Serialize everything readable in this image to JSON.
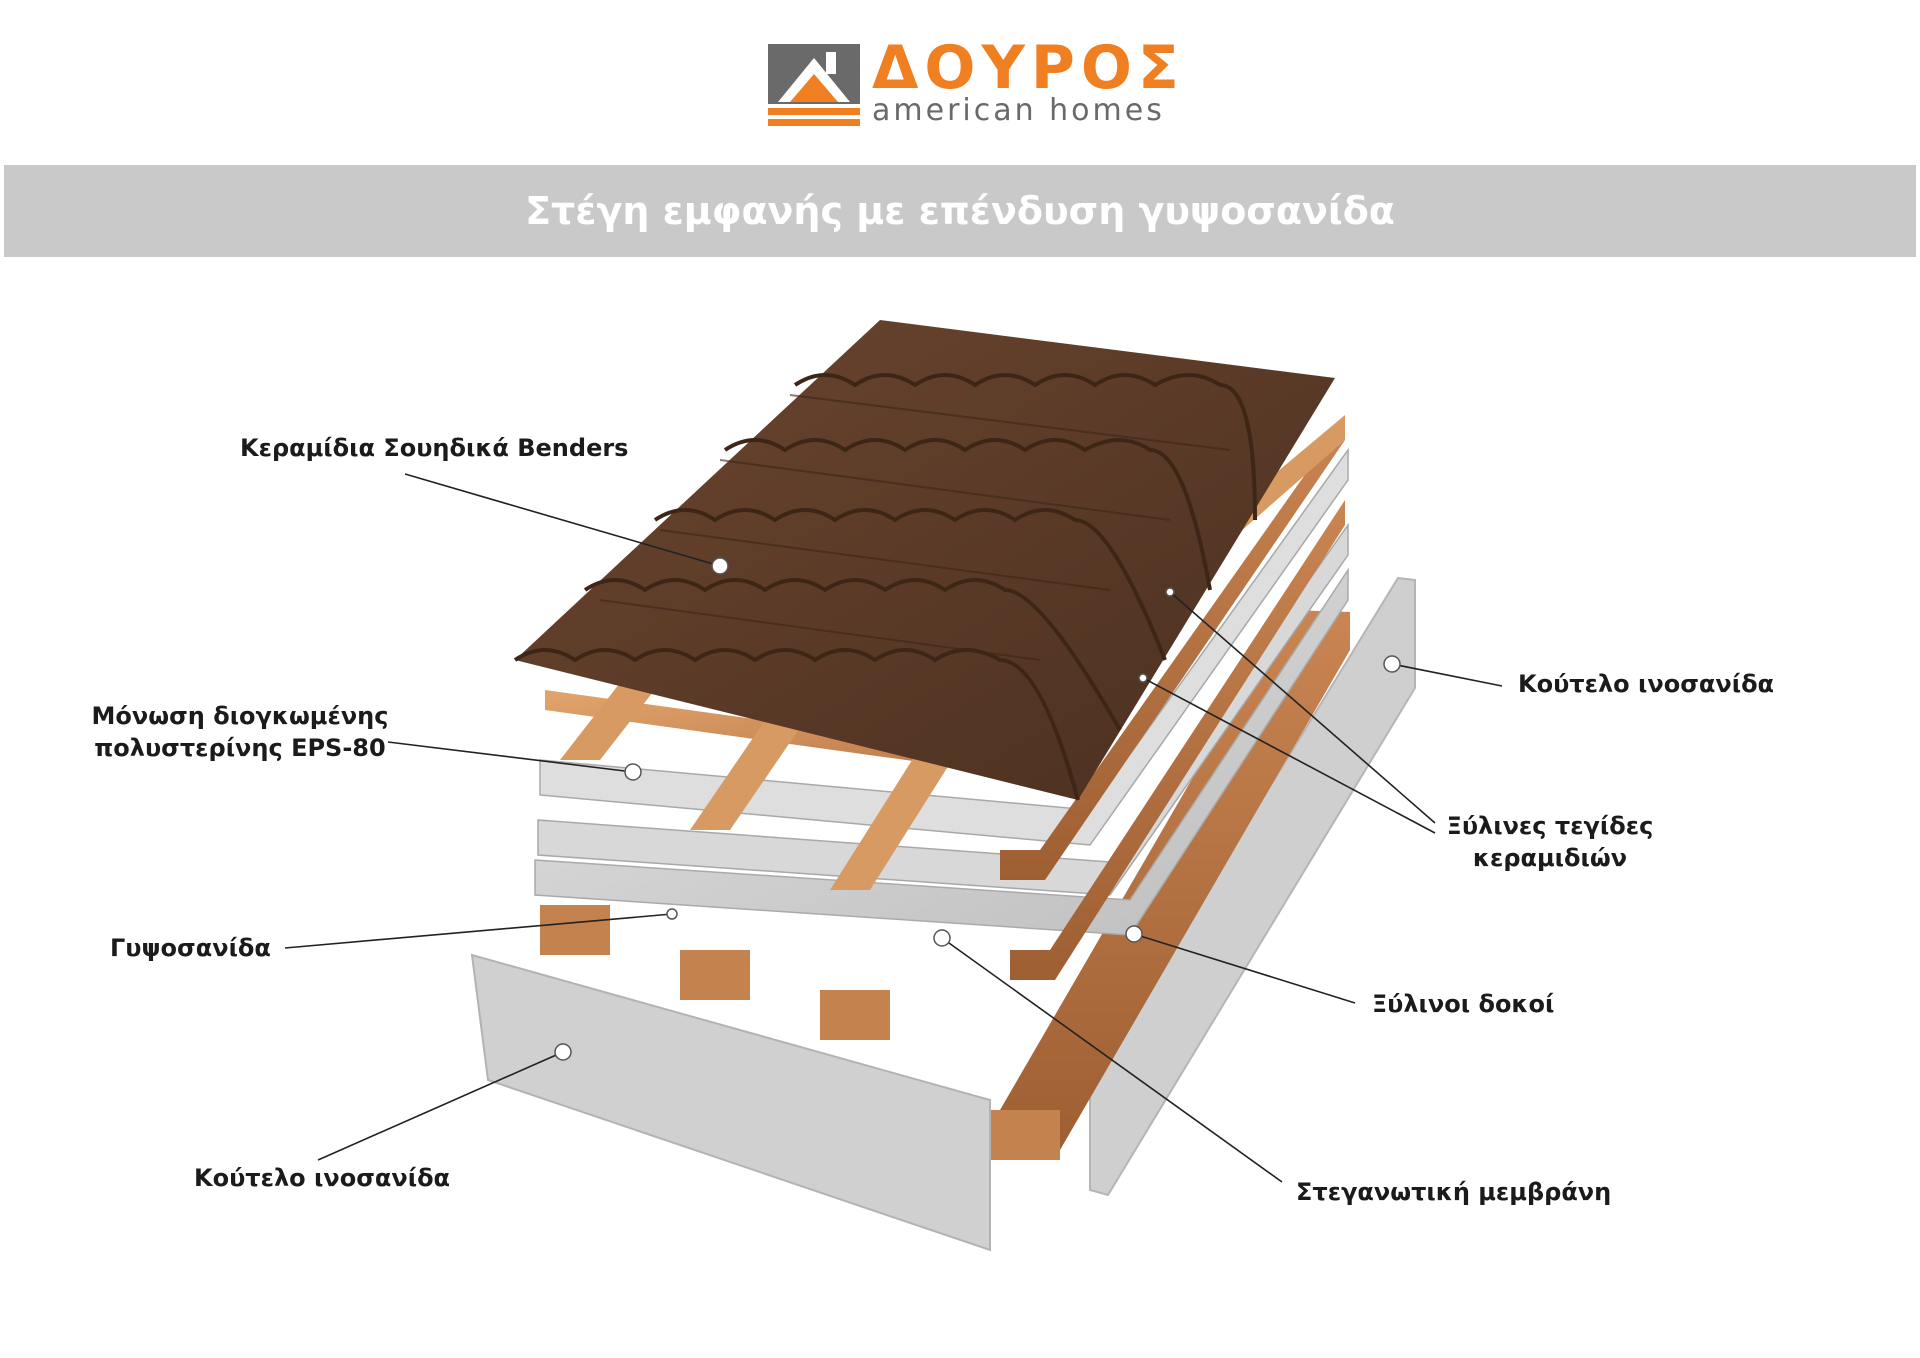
{
  "logo": {
    "brand": "ΔΟΥΡΟΣ",
    "tagline": "american homes",
    "colors": {
      "orange": "#f07f21",
      "grey": "#6a6a6a"
    },
    "icon": "house-roof-icon"
  },
  "title": "Στέγη εμφανής με επένδυση γυψοσανίδα",
  "colors": {
    "title_band": "#c9c9c9",
    "tiles": "#5a3a26",
    "wood": "#d99a62",
    "board": "#d3d3d3",
    "leader": "#222222"
  },
  "labels": {
    "tiles": "Κεραμίδια Σουηδικά Benders",
    "insulation_line1": "Μόνωση διογκωμένης",
    "insulation_line2": "πολυστερίνης EPS-80",
    "gypsum": "Γυψοσανίδα",
    "fascia_left": "Κούτελο ινοσανίδα",
    "fascia_right": "Κούτελο ινοσανίδα",
    "battens_line1": "Ξύλινες τεγίδες",
    "battens_line2": "κεραμιδιών",
    "beams": "Ξύλινοι δοκοί",
    "membrane": "Στεγανωτική μεμβράνη"
  }
}
